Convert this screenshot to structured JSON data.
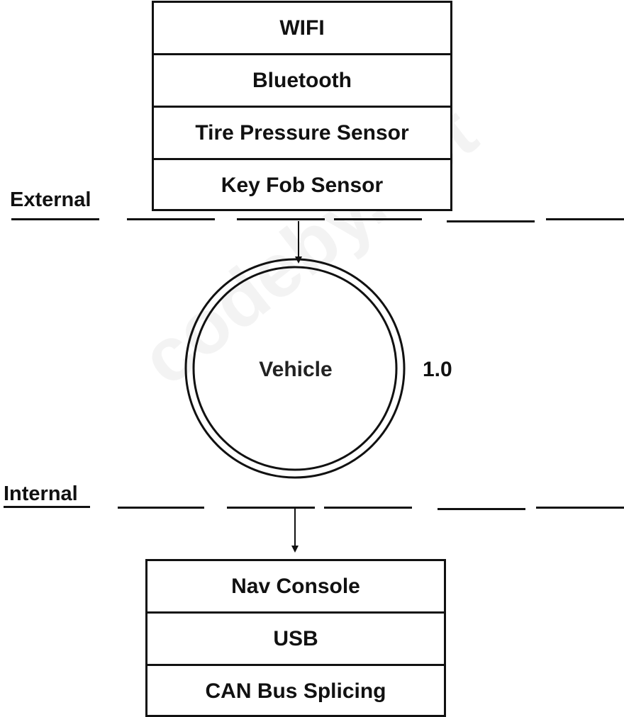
{
  "external_boundary": {
    "label": "External"
  },
  "internal_boundary": {
    "label": "Internal"
  },
  "external_interfaces": [
    "WIFI",
    "Bluetooth",
    "Tire Pressure Sensor",
    "Key Fob Sensor"
  ],
  "internal_interfaces": [
    "Nav Console",
    "USB",
    "CAN Bus Splicing"
  ],
  "process": {
    "name": "Vehicle",
    "number": "1.0"
  },
  "watermark": "codeby.net"
}
